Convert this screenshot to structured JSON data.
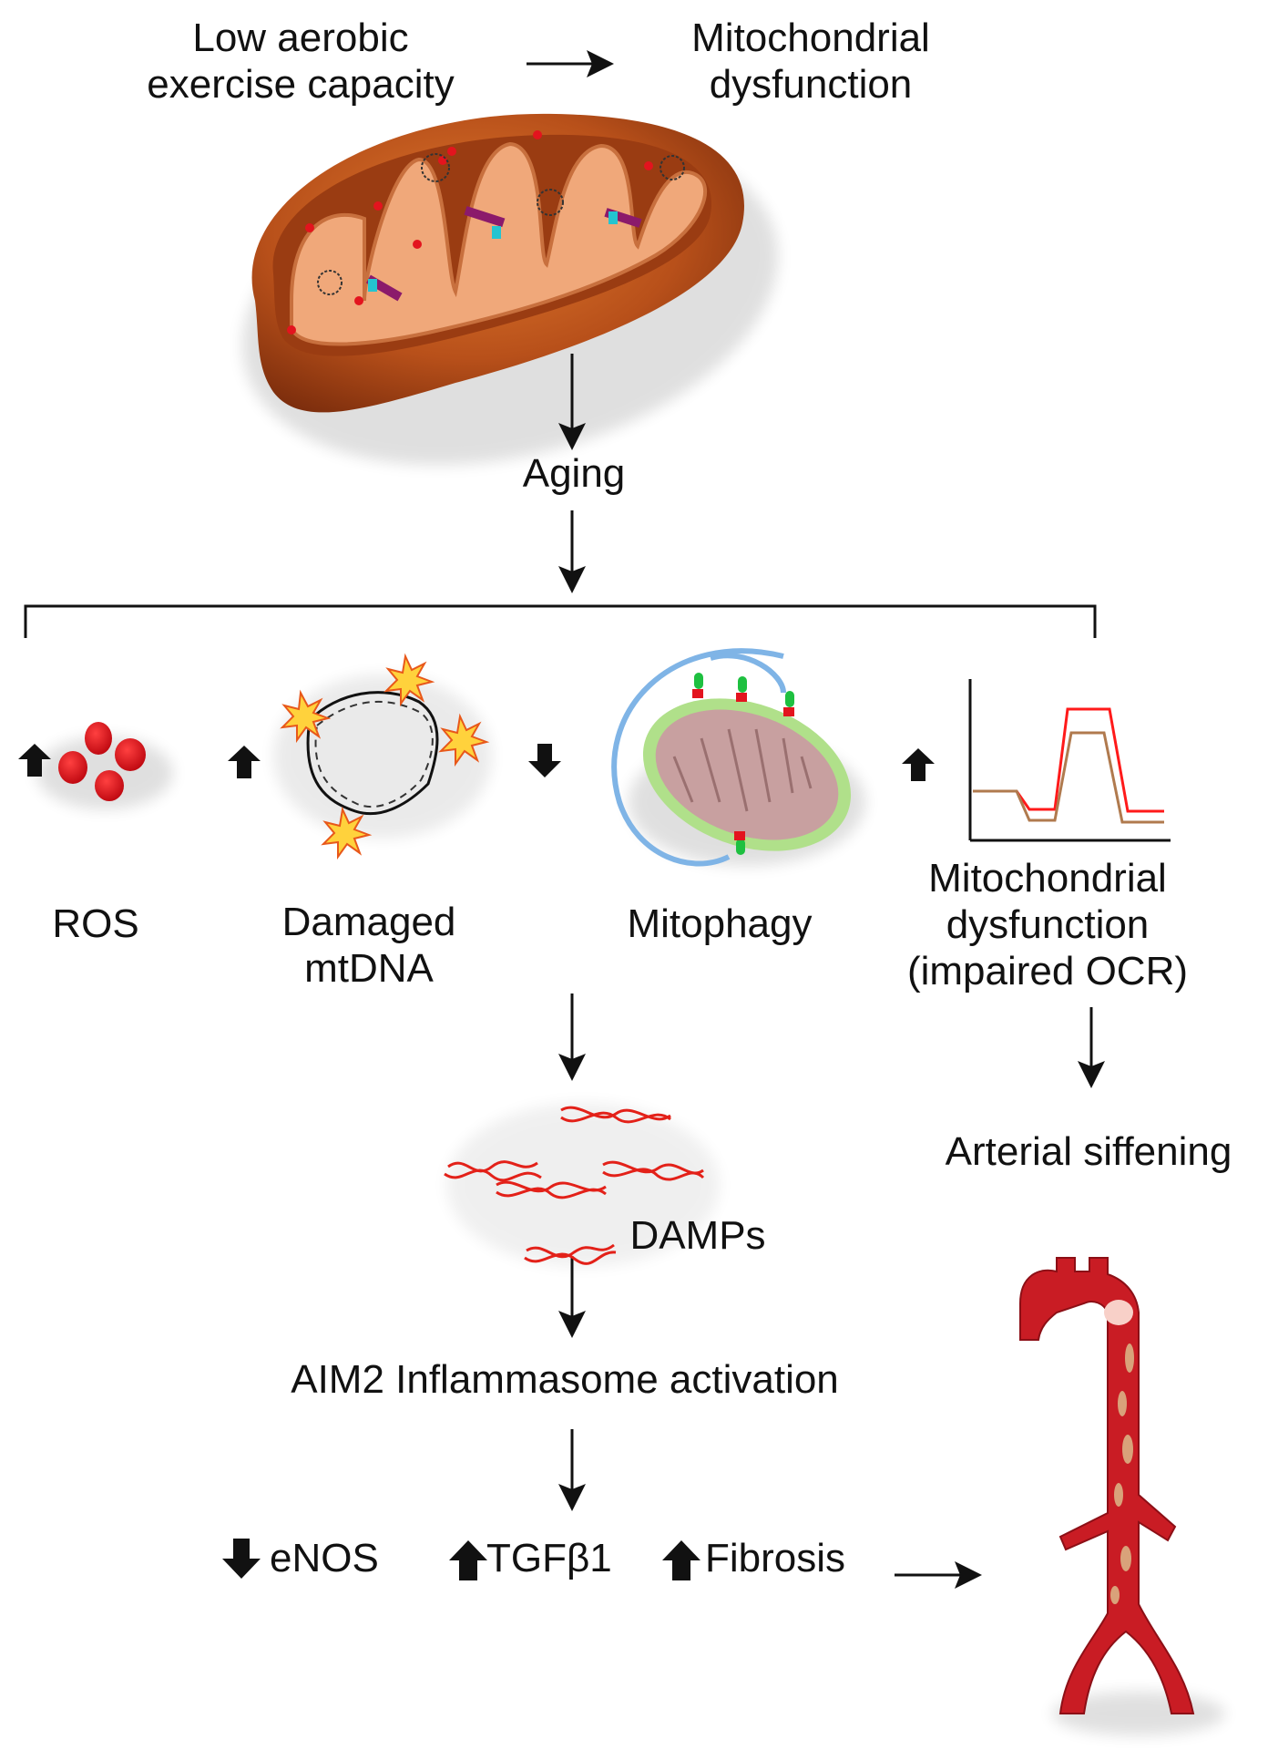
{
  "top": {
    "cause": "Low aerobic\nexercise capacity",
    "effect": "Mitochondrial\ndysfunction"
  },
  "aging": "Aging",
  "hallmarks": [
    {
      "label": "ROS",
      "direction": "up"
    },
    {
      "label": "Damaged\nmtDNA",
      "direction": "up"
    },
    {
      "label": "Mitophagy",
      "direction": "down"
    },
    {
      "label": "Mitochondrial\ndysfunction\n(impaired OCR)",
      "direction": "up"
    }
  ],
  "right_branch": "Arterial siffening",
  "damps": "DAMPs",
  "inflammasome": "AIM2 Inflammasome activation",
  "outcomes": [
    {
      "label": "eNOS",
      "direction": "down"
    },
    {
      "label": "TGFβ1",
      "direction": "up"
    },
    {
      "label": "Fibrosis",
      "direction": "up"
    }
  ],
  "colors": {
    "ros_red": "#e3141e",
    "mito_outer": "#b8501a",
    "mito_inner": "#f0a87a",
    "dna_red": "#e32119",
    "artery_red": "#c91c24",
    "ocr_high": "#ff1a1a",
    "ocr_low": "#b07a4e"
  }
}
